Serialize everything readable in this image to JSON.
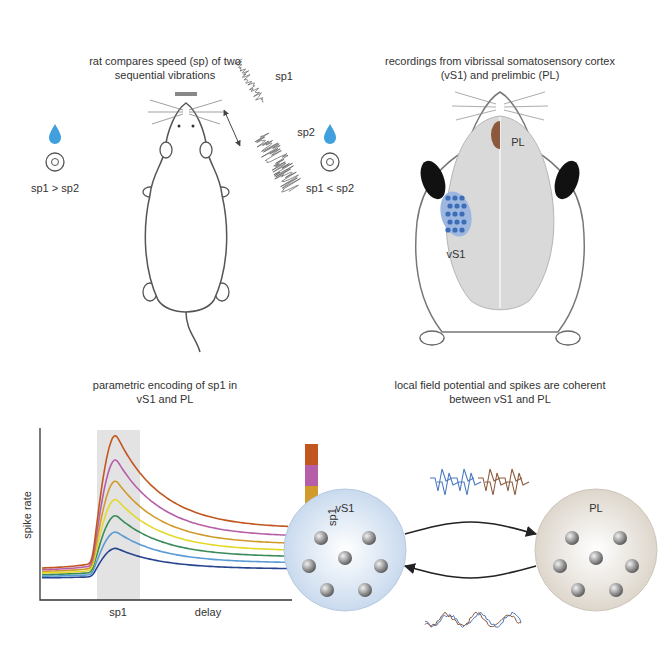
{
  "diagram": {
    "nodes": [
      {
        "text": [
          "vS1"
        ]
      },
      {
        "text": [
          "PL"
        ]
      }
    ],
    "edges": [
      {
        "from": 0,
        "to": 1,
        "arrow": "to"
      },
      {
        "from": 1,
        "to": 0,
        "arrow": "to"
      }
    ],
    "labels": [
      "rat compares speed (sp) of two sequential vibrations",
      "sp1",
      "sp2",
      "sp1 > sp2",
      "sp1 < sp2",
      "recordings from vibrissal somatosensory cortex (vS1) and prelimbic (PL)",
      "PL",
      "vS1",
      "parametric encoding of sp1 in vS1 and PL",
      "spike rate",
      "sp1",
      "delay",
      "sp1",
      "local field potential and spikes are coherent between vS1 and PL"
    ]
  }
}
